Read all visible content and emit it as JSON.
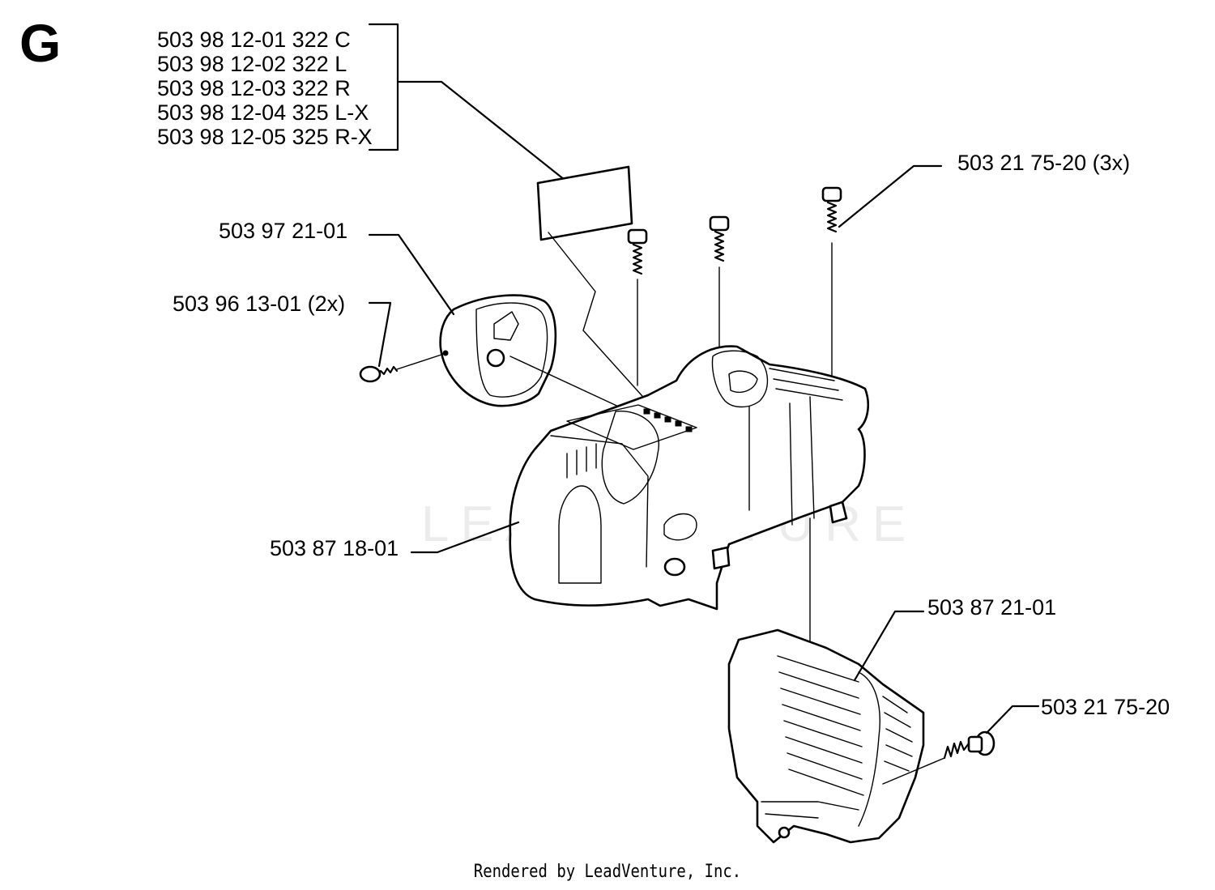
{
  "section_letter": "G",
  "kit_labels": [
    "503 98 12-01 322 C",
    "503 98 12-02 322 L",
    "503 98 12-03 322 R",
    "503 98 12-04 325 L-X",
    "503 98 12-05 325 R-X"
  ],
  "parts": {
    "screw_top_3x": "503 21 75-20 (3x)",
    "cap_cover": "503 97 21-01",
    "screw_cap_2x": "503 96 13-01 (2x)",
    "main_cover": "503 87 18-01",
    "cylinder_cover": "503 87 21-01",
    "screw_side": "503 21 75-20"
  },
  "watermark": "LEADVENTURE",
  "footer": "Rendered by LeadVenture, Inc."
}
